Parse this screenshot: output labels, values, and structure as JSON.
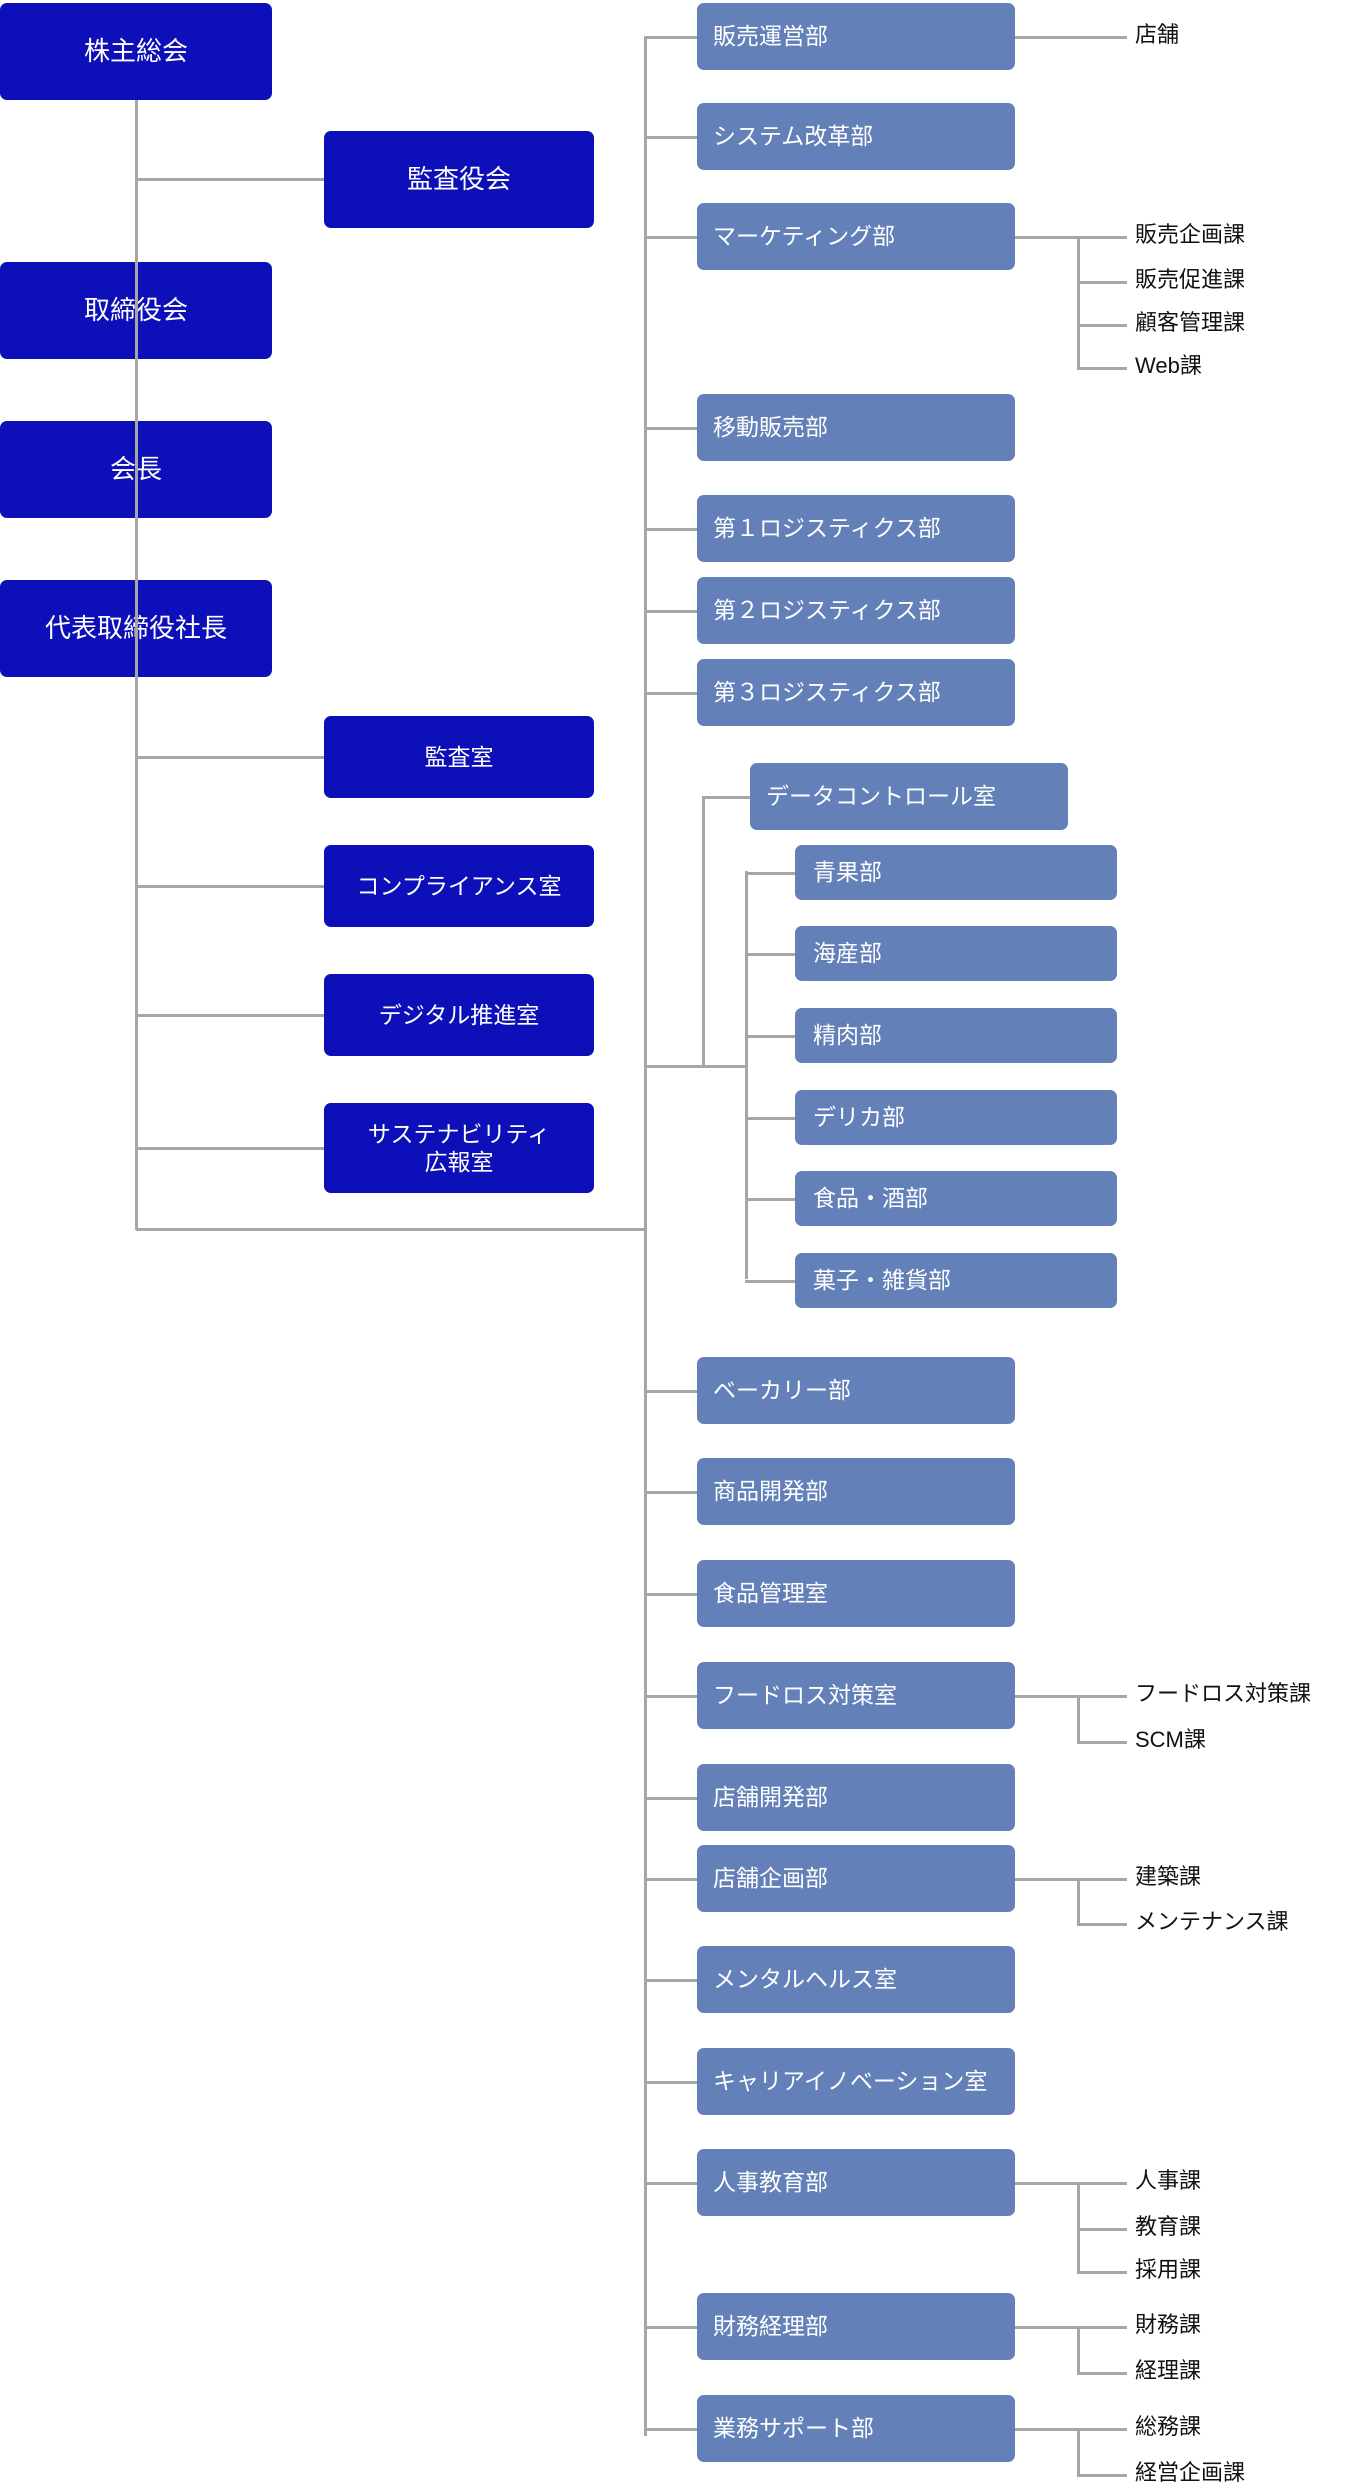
{
  "colors": {
    "executive_box": "#0d10b8",
    "department_box": "#6480b8",
    "connector_line": "#a6a6a6",
    "box_text": "#ffffff",
    "leaf_text": "#111111",
    "background": "#ffffff"
  },
  "chart_data": {
    "type": "diagram",
    "title": "",
    "executive_chain": [
      {
        "id": "shareholders",
        "label": "株主総会"
      },
      {
        "id": "board",
        "label": "取締役会"
      },
      {
        "id": "chairman",
        "label": "会長"
      },
      {
        "id": "president",
        "label": "代表取締役社長"
      }
    ],
    "audit_committee": {
      "id": "audit-committee",
      "label": "監査役会"
    },
    "staff_offices": [
      {
        "id": "audit-office",
        "label": "監査室"
      },
      {
        "id": "compliance-office",
        "label": "コンプライアンス室"
      },
      {
        "id": "digital-office",
        "label": "デジタル推進室"
      },
      {
        "id": "sustainability-office",
        "label": "サステナビリティ\n広報室"
      }
    ],
    "departments": [
      {
        "id": "sales-operations",
        "label": "販売運営部",
        "children": [
          "店舗"
        ]
      },
      {
        "id": "system-reform",
        "label": "システム改革部",
        "children": []
      },
      {
        "id": "marketing",
        "label": "マーケティング部",
        "children": [
          "販売企画課",
          "販売促進課",
          "顧客管理課",
          "Web課"
        ]
      },
      {
        "id": "mobile-sales",
        "label": "移動販売部",
        "children": []
      },
      {
        "id": "logistics-1",
        "label": "第１ロジスティクス部",
        "children": []
      },
      {
        "id": "logistics-2",
        "label": "第２ロジスティクス部",
        "children": []
      },
      {
        "id": "logistics-3",
        "label": "第３ロジスティクス部",
        "children": []
      },
      {
        "id": "merchandising-group",
        "label": "データコントロール室",
        "children": []
      },
      {
        "id": "bakery",
        "label": "ベーカリー部",
        "children": []
      },
      {
        "id": "product-development",
        "label": "商品開発部",
        "children": []
      },
      {
        "id": "food-safety",
        "label": "食品管理室",
        "children": []
      },
      {
        "id": "food-loss",
        "label": "フードロス対策室",
        "children": [
          "フードロス対策課",
          "SCM課"
        ]
      },
      {
        "id": "store-development",
        "label": "店舗開発部",
        "children": []
      },
      {
        "id": "store-planning",
        "label": "店舗企画部",
        "children": [
          "建築課",
          "メンテナンス課"
        ]
      },
      {
        "id": "mental-health",
        "label": "メンタルヘルス室",
        "children": []
      },
      {
        "id": "career-innovation",
        "label": "キャリアイノベーション室",
        "children": []
      },
      {
        "id": "hr-education",
        "label": "人事教育部",
        "children": [
          "人事課",
          "教育課",
          "採用課"
        ]
      },
      {
        "id": "finance-accounting",
        "label": "財務経理部",
        "children": [
          "財務課",
          "経理課"
        ]
      },
      {
        "id": "business-support",
        "label": "業務サポート部",
        "children": [
          "総務課",
          "経営企画課"
        ]
      }
    ],
    "merchandising_divisions": [
      {
        "id": "produce",
        "label": "青果部"
      },
      {
        "id": "seafood",
        "label": "海産部"
      },
      {
        "id": "meat",
        "label": "精肉部"
      },
      {
        "id": "deli",
        "label": "デリカ部"
      },
      {
        "id": "grocery-liquor",
        "label": "食品・酒部"
      },
      {
        "id": "confectionery-sundry",
        "label": "菓子・雑貨部"
      }
    ]
  }
}
